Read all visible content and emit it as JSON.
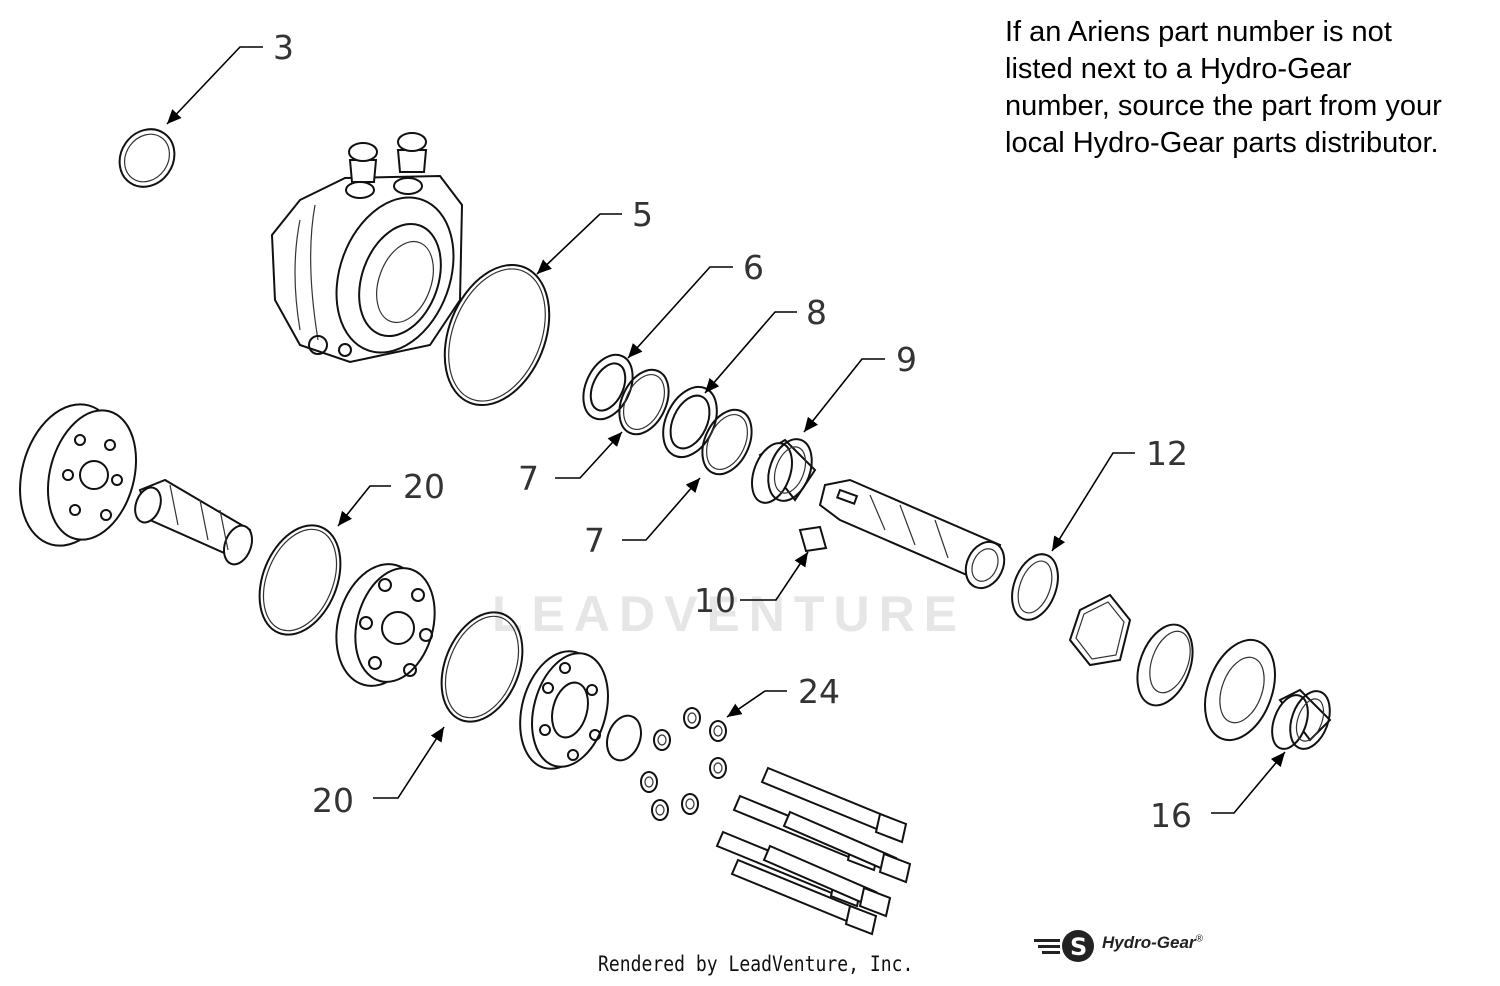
{
  "note": {
    "lines": [
      "If an Ariens part number is not",
      "listed next to a Hydro-Gear",
      "number, source the part from your",
      "local Hydro-Gear parts distributor."
    ]
  },
  "callouts": [
    "3",
    "5",
    "6",
    "8",
    "9",
    "7",
    "7",
    "20",
    "12",
    "10",
    "20",
    "24",
    "16"
  ],
  "footer": {
    "credit": "Rendered by LeadVenture, Inc.",
    "brand": "Hydro-Gear",
    "brand_mark": "®"
  },
  "watermark": "LEADVENTURE"
}
